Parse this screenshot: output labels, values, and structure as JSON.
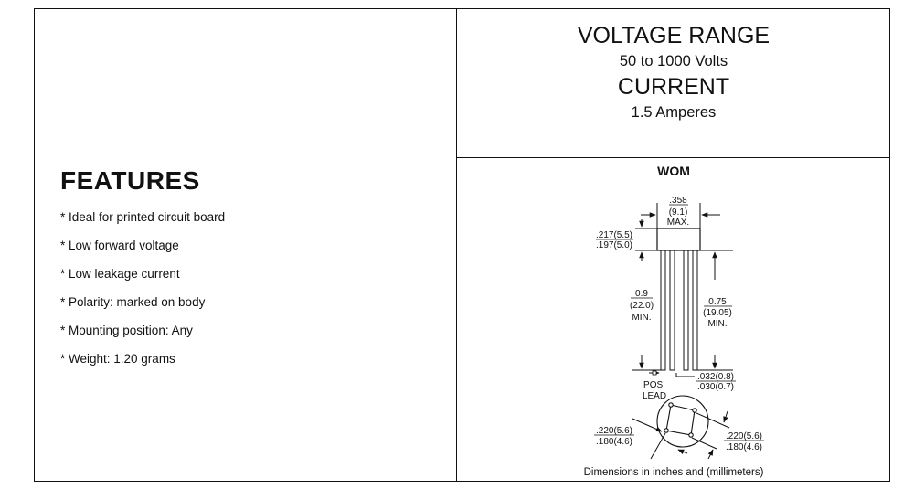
{
  "features": {
    "title": "FEATURES",
    "items": [
      "* Ideal for printed circuit board",
      "* Low forward voltage",
      "* Low leakage current",
      "* Polarity: marked on body",
      "* Mounting position: Any",
      "* Weight: 1.20 grams"
    ]
  },
  "ratings": {
    "voltage_heading": "VOLTAGE RANGE",
    "voltage_value": "50 to 1000 Volts",
    "current_heading": "CURRENT",
    "current_value": "1.5 Amperes"
  },
  "package": {
    "name": "WOM",
    "caption": "Dimensions in inches and (millimeters)",
    "dims": {
      "body_width_in": ".358",
      "body_width_mm": "(9.1)",
      "body_width_max": "MAX.",
      "body_height_max": ".217(5.5)",
      "body_height_min": ".197(5.0)",
      "lead_length_left_in": "0.9",
      "lead_length_left_mm": "(22.0)",
      "lead_length_left_min": "MIN.",
      "lead_length_right_in": "0.75",
      "lead_length_right_mm": "(19.05)",
      "lead_length_right_min": "MIN.",
      "lead_dia_max": ".032(0.8)",
      "lead_dia_min": ".030(0.7)",
      "pos_lead_1": "POS.",
      "pos_lead_2": "LEAD",
      "spacing_left_max": ".220(5.6)",
      "spacing_left_min": ".180(4.6)",
      "spacing_right_max": ".220(5.6)",
      "spacing_right_min": ".180(4.6)"
    }
  }
}
